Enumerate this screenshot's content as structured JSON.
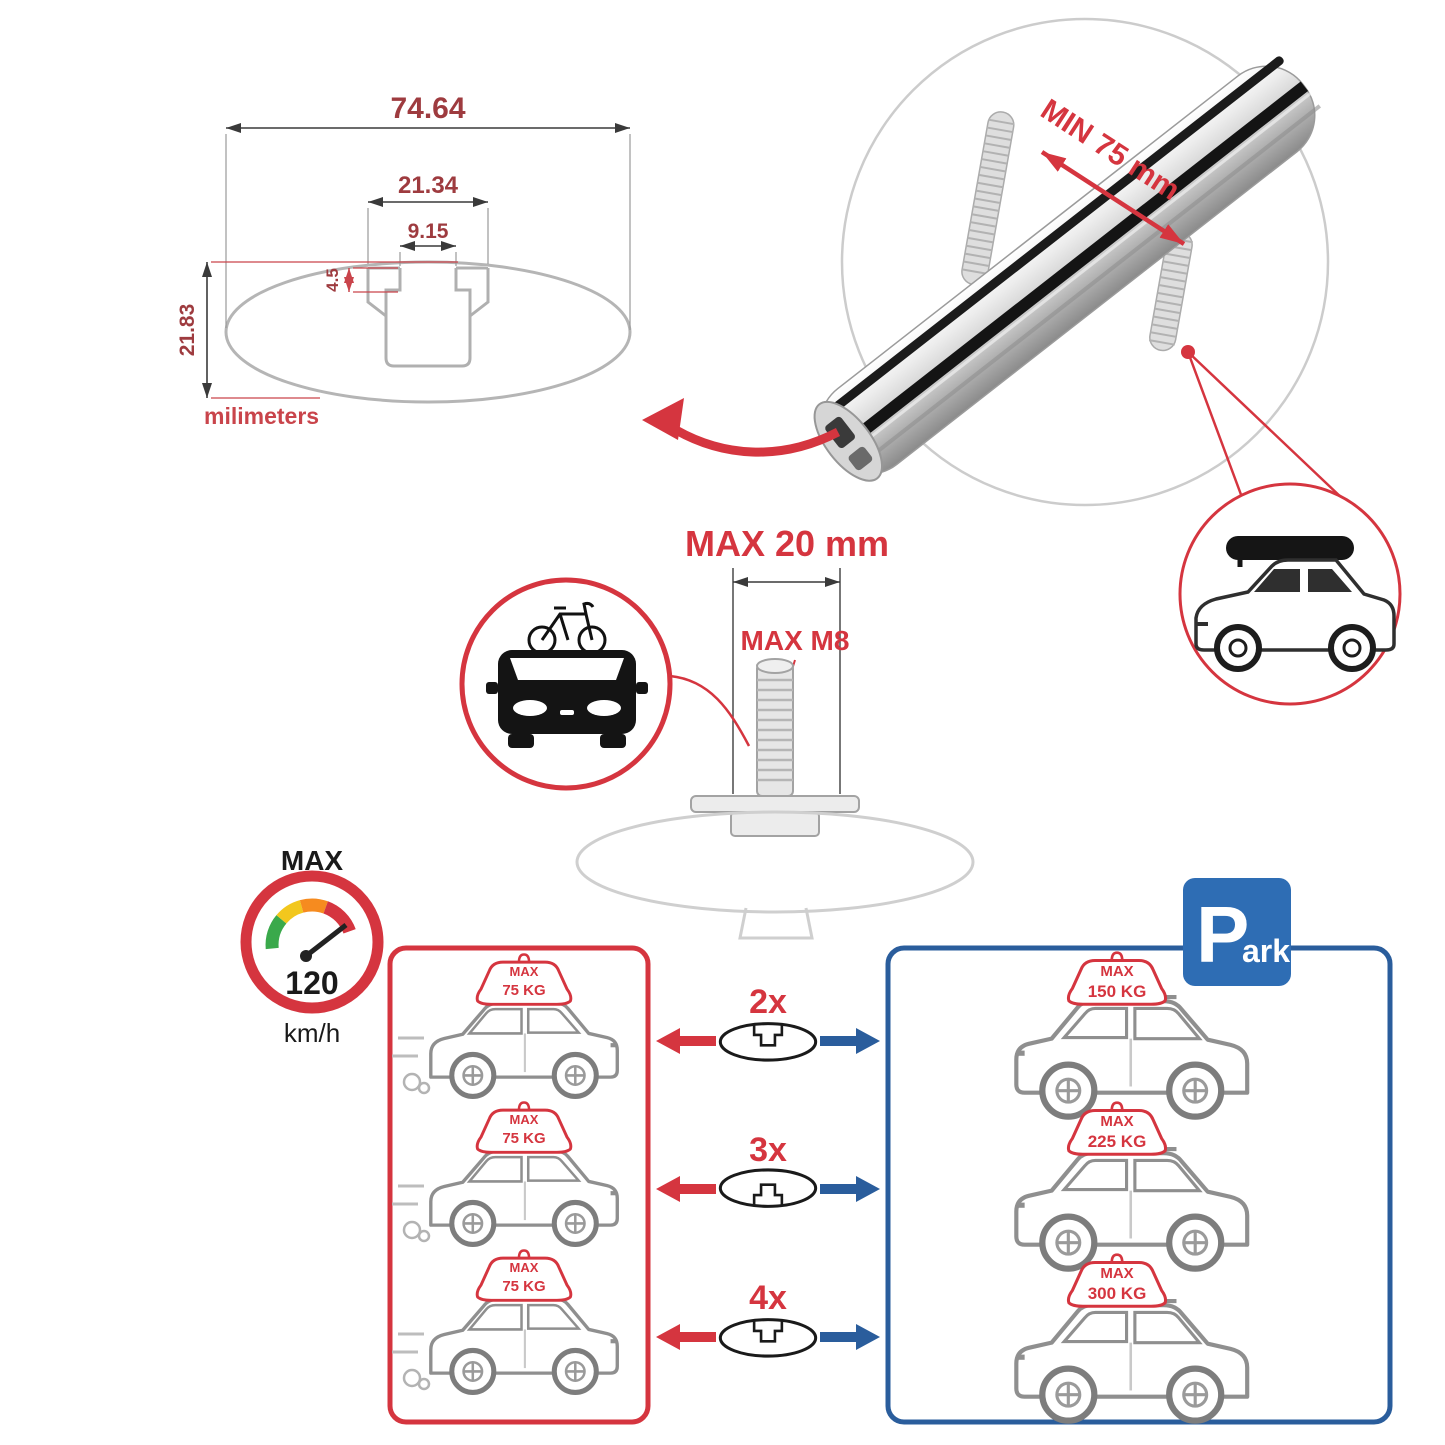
{
  "cross_section": {
    "dim_total_width": "74.64",
    "dim_channel_width": "21.34",
    "dim_slot_width": "9.15",
    "dim_slot_depth": "4.5",
    "dim_total_height": "21.83",
    "units_label": "milimeters"
  },
  "bar_detail": {
    "min_clamp_label": "MIN 75 mm"
  },
  "bolt_spec": {
    "max_length_label": "MAX 20 mm",
    "max_thread_label": "MAX M8"
  },
  "speed_limit": {
    "max_label": "MAX",
    "value": "120",
    "units": "km/h"
  },
  "comparison": {
    "rows": [
      {
        "multiplier": "2x",
        "left": {
          "max_label": "MAX",
          "weight": "75 KG"
        },
        "right": {
          "max_label": "MAX",
          "weight": "150 KG"
        }
      },
      {
        "multiplier": "3x",
        "left": {
          "max_label": "MAX",
          "weight": "75 KG"
        },
        "right": {
          "max_label": "MAX",
          "weight": "225 KG"
        }
      },
      {
        "multiplier": "4x",
        "left": {
          "max_label": "MAX",
          "weight": "75 KG"
        },
        "right": {
          "max_label": "MAX",
          "weight": "300 KG"
        }
      }
    ],
    "park_sign": {
      "letter": "P",
      "suffix": "ark"
    }
  },
  "colors": {
    "red": "#d5353f",
    "blue": "#2a5d9c",
    "park_blue": "#2e6db4",
    "dim_text": "#9e3b3f",
    "metal_gray": "#c9c9c9"
  }
}
